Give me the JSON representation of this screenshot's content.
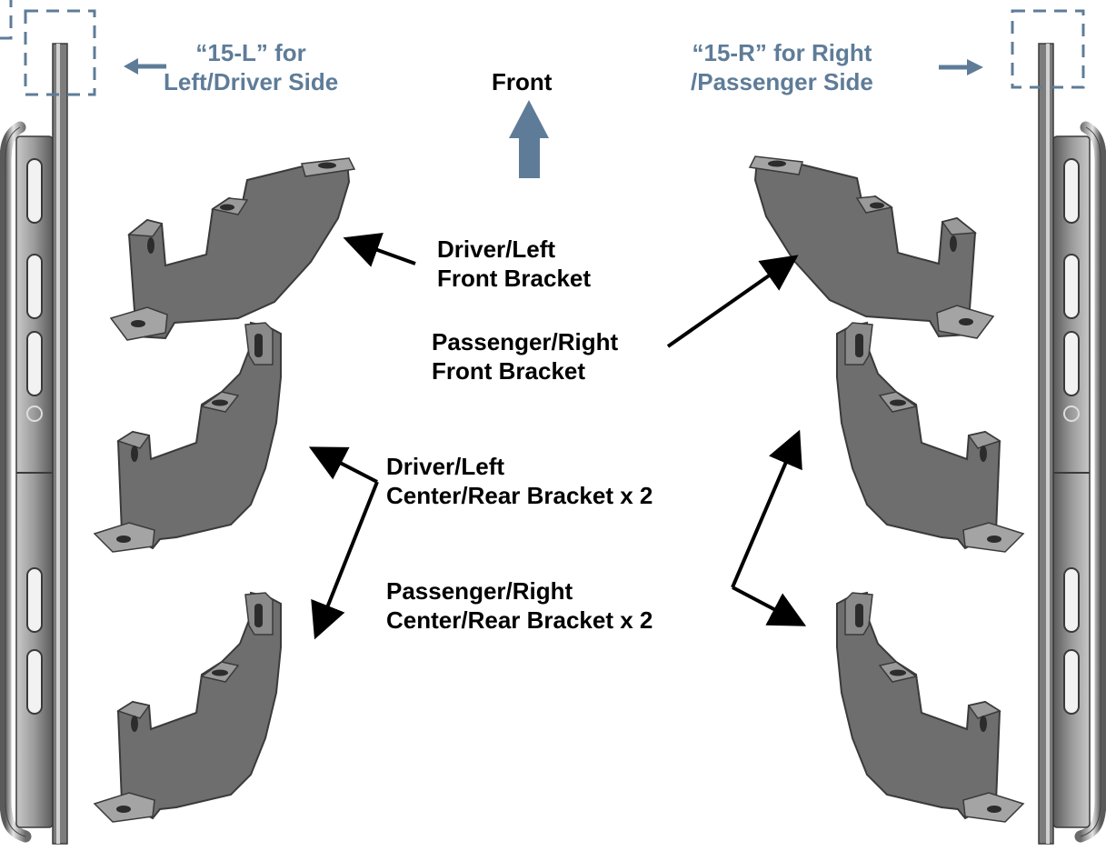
{
  "labels": {
    "left_side": {
      "line1": "“15-L” for",
      "line2": "Left/Driver Side"
    },
    "right_side": {
      "line1": "“15-R” for Right",
      "line2": "/Passenger Side"
    },
    "front": "Front",
    "driver_front": {
      "line1": "Driver/Left",
      "line2": "Front Bracket"
    },
    "passenger_front": {
      "line1": "Passenger/Right",
      "line2": "Front Bracket"
    },
    "driver_rear": {
      "line1": "Driver/Left",
      "line2": "Center/Rear Bracket x 2"
    },
    "passenger_rear": {
      "line1": "Passenger/Right",
      "line2": "Center/Rear Bracket x 2"
    }
  },
  "colors": {
    "label_blue": "#5e7c98",
    "arrow_blue": "#5e7c98",
    "bracket_face": "#6e6e6e",
    "bracket_edge": "#3a3a3a",
    "bracket_light": "#9a9a9a",
    "rail_fill": "#8e8e8e",
    "rail_dark": "#4a4a4a",
    "tube_light": "#d8d8d8"
  },
  "icons": {
    "front_arrow": "up-arrow-icon",
    "left_arrow": "left-arrow-icon",
    "right_arrow": "right-arrow-icon"
  }
}
